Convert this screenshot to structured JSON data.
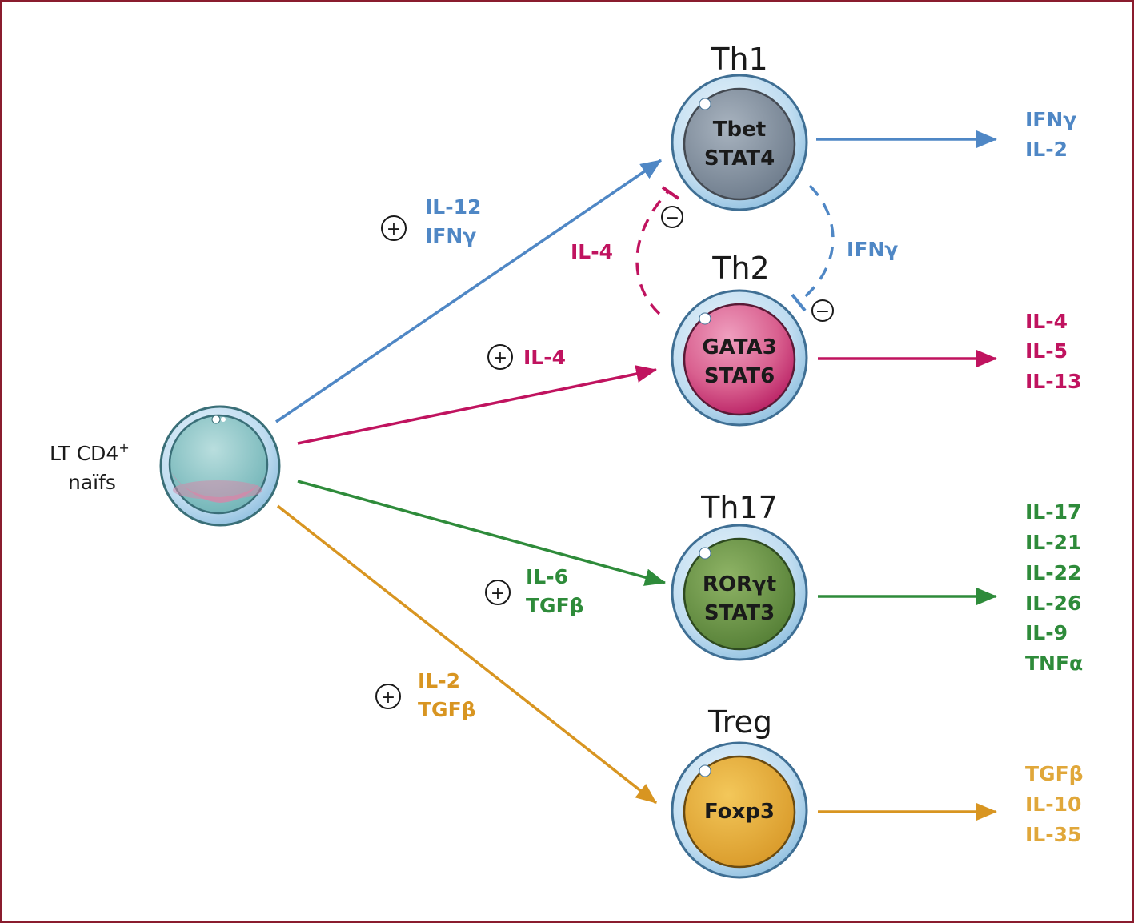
{
  "colors": {
    "th1": "#4f87c5",
    "th2": "#c0135f",
    "th17": "#2e8b3a",
    "treg": "#d89521",
    "frame": "#8a1c2e"
  },
  "naive_cell": {
    "label_line1": "LT CD4",
    "label_sup": "+",
    "label_line2": "naïfs"
  },
  "cells": {
    "th1": {
      "title": "Th1",
      "tf1": "Tbet",
      "tf2": "STAT4",
      "outputs": [
        "IFNγ",
        "IL-2"
      ]
    },
    "th2": {
      "title": "Th2",
      "tf1": "GATA3",
      "tf2": "STAT6",
      "outputs": [
        "IL-4",
        "IL-5",
        "IL-13"
      ]
    },
    "th17": {
      "title": "Th17",
      "tf1": "RORγt",
      "tf2": "STAT3",
      "outputs": [
        "IL-17",
        "IL-21",
        "IL-22",
        "IL-26",
        "IL-9",
        "TNFα"
      ]
    },
    "treg": {
      "title": "Treg",
      "tf1": "Foxp3",
      "outputs": [
        "TGFβ",
        "IL-10",
        "IL-35"
      ]
    }
  },
  "inducers": {
    "th1": {
      "sign": "+",
      "lines": [
        "IL-12",
        "IFNγ"
      ]
    },
    "th2": {
      "sign": "+",
      "lines": [
        "IL-4"
      ]
    },
    "th17": {
      "sign": "+",
      "lines": [
        "IL-6",
        "TGFβ"
      ]
    },
    "treg": {
      "sign": "+",
      "lines": [
        "IL-2",
        "TGFβ"
      ]
    }
  },
  "inhibition": {
    "il4_label": "IL-4",
    "ifng_label": "IFNγ",
    "sign": "−"
  }
}
